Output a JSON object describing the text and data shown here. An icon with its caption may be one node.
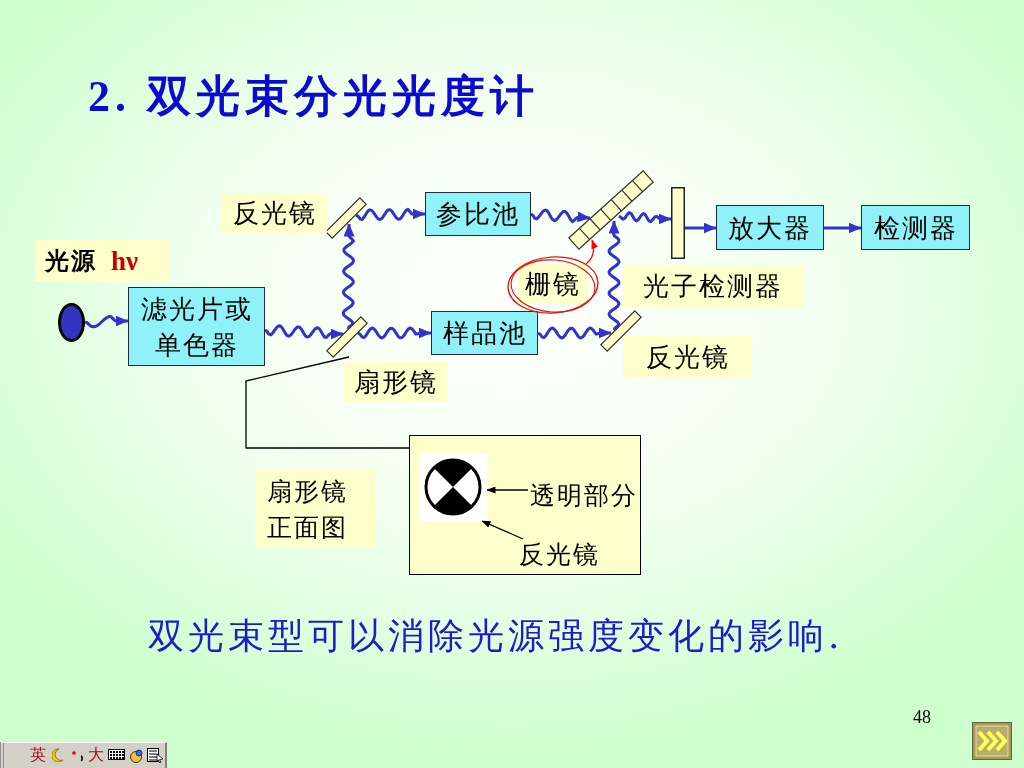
{
  "diagram": {
    "title": "2. 双光束分光光度计",
    "caption": "双光束型可以消除光源强度变化的影响.",
    "nodes": [
      {
        "text": [],
        "shape": "circle",
        "beside": [
          "光源",
          "hν"
        ]
      },
      {
        "text": [
          "滤光片或单色器"
        ]
      },
      {
        "text": [],
        "shape": "bar",
        "beside": [
          "扇形镜"
        ]
      },
      {
        "text": [],
        "shape": "bar",
        "beside": [
          "反光镜"
        ]
      },
      {
        "text": [
          "参比池"
        ]
      },
      {
        "text": [
          "样品池"
        ]
      },
      {
        "text": [],
        "shape": "bar"
      },
      {
        "text": [
          "栅镜"
        ]
      },
      {
        "text": [],
        "shape": "bar",
        "beside": [
          "反光镜"
        ]
      },
      {
        "text": [],
        "shape": "bar",
        "beside": [
          "光子检测器"
        ]
      },
      {
        "text": [
          "放大器"
        ]
      },
      {
        "text": [
          "检测器"
        ]
      },
      {
        "text": [],
        "shape": "box",
        "beside": [
          "扇形镜正面图"
        ]
      },
      {
        "text": [],
        "shape": "picture",
        "in": 12
      },
      {
        "text": [
          "透明部分"
        ],
        "in": 12
      },
      {
        "text": [
          "反光镜"
        ],
        "in": 12
      }
    ],
    "edges": [
      {
        "from": 0,
        "to": 1,
        "arrow": "to"
      },
      {
        "from": 1,
        "to": 2,
        "arrow": "to"
      },
      {
        "from": 2,
        "to": 3,
        "arrow": "to"
      },
      {
        "from": 3,
        "to": 4,
        "arrow": "to"
      },
      {
        "from": 2,
        "to": 5,
        "arrow": "to"
      },
      {
        "from": 4,
        "to": 6,
        "arrow": "to"
      },
      {
        "from": 5,
        "to": 8,
        "arrow": "to"
      },
      {
        "from": 8,
        "to": 6,
        "arrow": "to"
      },
      {
        "from": 6,
        "to": 9,
        "arrow": "to"
      },
      {
        "from": 9,
        "to": 10,
        "arrow": "to"
      },
      {
        "from": 10,
        "to": 11,
        "arrow": "to"
      },
      {
        "from": 2,
        "to": 12,
        "arrow": "none",
        "color": "#000000"
      },
      {
        "from": 7,
        "to": 6,
        "arrow": "to",
        "color": "#ff0000"
      },
      {
        "from": 14,
        "to": 13,
        "arrow": "to",
        "color": "#000000"
      },
      {
        "from": 15,
        "to": 13,
        "arrow": "to",
        "color": "#000000"
      }
    ],
    "labels": [
      "48",
      "英",
      "大"
    ]
  }
}
